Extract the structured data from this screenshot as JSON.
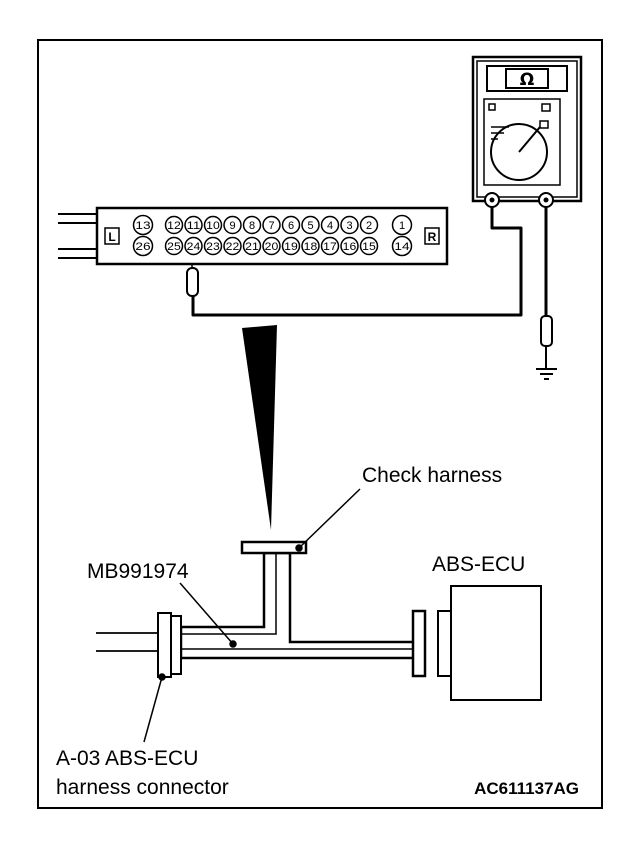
{
  "labels": {
    "check_harness": "Check harness",
    "tool_number": "MB991974",
    "ecu": "ABS-ECU",
    "connector_line1": "A-03 ABS-ECU",
    "connector_line2": "harness connector",
    "figure_code": "AC611137AG"
  },
  "meter": {
    "symbol": "Ω"
  },
  "connector": {
    "left_end": "L",
    "right_end": "R",
    "top_row": [
      "13",
      "12",
      "11",
      "10",
      "9",
      "8",
      "7",
      "6",
      "5",
      "4",
      "3",
      "2",
      "1"
    ],
    "bottom_row": [
      "26",
      "25",
      "24",
      "23",
      "22",
      "21",
      "20",
      "19",
      "18",
      "17",
      "16",
      "15",
      "14"
    ],
    "probe_pin": "24"
  },
  "colors": {
    "line": "#000000",
    "background": "#ffffff"
  }
}
